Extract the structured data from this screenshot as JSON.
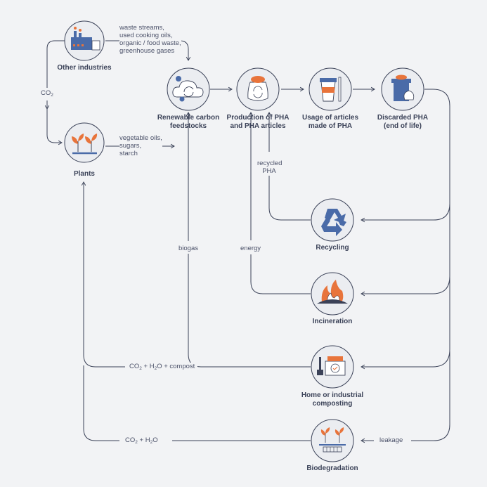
{
  "colors": {
    "background": "#f2f3f5",
    "circle_fill": "#ebedf1",
    "line": "#3b4258",
    "icon_blue": "#4a6ba8",
    "icon_orange": "#e8743b"
  },
  "nodes": {
    "other_industries": {
      "label": "Other industries",
      "icon": "factory-icon"
    },
    "plants": {
      "label": "Plants",
      "icon": "plant-sprouts-icon"
    },
    "renewable_feedstocks": {
      "label_line1": "Renewable carbon",
      "label_line2": "feedstocks",
      "icon": "cloud-cycle-icon"
    },
    "production": {
      "label_line1": "Production of PHA",
      "label_line2": "and PHA articles",
      "icon": "pellet-sack-icon"
    },
    "usage": {
      "label_line1": "Usage of articles",
      "label_line2": "made of PHA",
      "icon": "cup-and-straw-icon"
    },
    "discarded": {
      "label_line1": "Discarded PHA",
      "label_line2": "(end of life)",
      "icon": "trash-bin-icon"
    },
    "recycling": {
      "label": "Recycling",
      "icon": "recycle-icon"
    },
    "incineration": {
      "label": "Incineration",
      "icon": "fire-icon"
    },
    "composting": {
      "label_line1": "Home or industrial",
      "label_line2": "composting",
      "icon": "compost-bin-icon"
    },
    "biodegradation": {
      "label": "Biodegradation",
      "icon": "soil-sprout-icon"
    }
  },
  "flows": {
    "waste_streams": [
      "waste streams,",
      "used cooking oils,",
      "organic / food waste,",
      "greenhouse gases"
    ],
    "co2_main": "CO",
    "co2_sub": "2",
    "vegetable": [
      "vegetable oils,",
      "sugars,",
      "starch"
    ],
    "recycled_pha": [
      "recycled",
      "PHA"
    ],
    "biogas": "biogas",
    "energy": "energy",
    "compost_co2": "CO",
    "compost_co2_sub": "2",
    "compost_plus_h": " + H",
    "compost_h_sub": "2",
    "compost_rest": "O + compost",
    "bio_co2": "CO",
    "bio_co2_sub": "2",
    "bio_plus_h": " + H",
    "bio_h_sub": "2",
    "bio_rest": "O",
    "leakage": "leakage"
  }
}
